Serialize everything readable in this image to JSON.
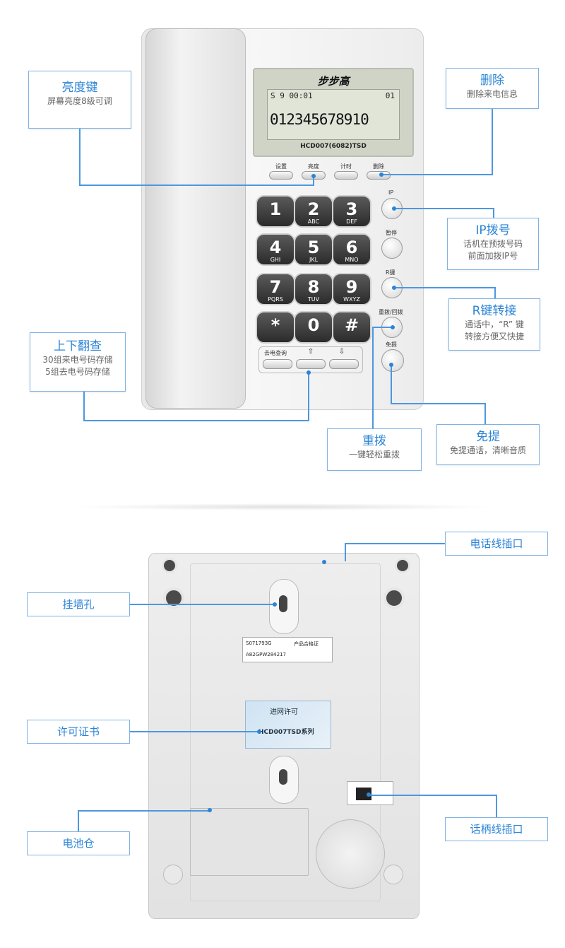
{
  "phone_front": {
    "brand": "步步高",
    "model": "HCD007(6082)TSD",
    "lcd_line1": "S 9 00:01",
    "lcd_no": "01",
    "lcd_digits": "012345678910",
    "func_keys": [
      "设置",
      "亮度",
      "计时",
      "删除"
    ],
    "keypad": [
      {
        "d": "1",
        "l": ""
      },
      {
        "d": "2",
        "l": "ABC"
      },
      {
        "d": "3",
        "l": "DEF"
      },
      {
        "d": "4",
        "l": "GHI"
      },
      {
        "d": "5",
        "l": "JKL"
      },
      {
        "d": "6",
        "l": "MNO"
      },
      {
        "d": "7",
        "l": "PQRS"
      },
      {
        "d": "8",
        "l": "TUV"
      },
      {
        "d": "9",
        "l": "WXYZ"
      },
      {
        "d": "*",
        "l": ""
      },
      {
        "d": "0",
        "l": ""
      },
      {
        "d": "#",
        "l": ""
      }
    ],
    "side_keys": [
      "IP",
      "暂停",
      "R键",
      "重拨/回拨",
      "免提"
    ],
    "query_keys": [
      "去电查询",
      "⇧",
      "⇩"
    ]
  },
  "callouts": {
    "brightness": {
      "title": "亮度键",
      "sub": "屏幕亮度8级可调"
    },
    "delete": {
      "title": "删除",
      "sub": "删除来电信息"
    },
    "ip": {
      "title": "IP拨号",
      "sub1": "话机在预拨号码",
      "sub2": "前面加拨IP号"
    },
    "rkey": {
      "title": "R键转接",
      "sub1": "通话中，“R” 键",
      "sub2": "转接方便又快捷"
    },
    "scroll": {
      "title": "上下翻查",
      "sub1": "30组来电号码存储",
      "sub2": "5组去电号码存储"
    },
    "redial": {
      "title": "重拨",
      "sub": "一键轻松重拨"
    },
    "handsfree": {
      "title": "免提",
      "sub": "免提通话，清晰音质"
    }
  },
  "back_labels": {
    "phone_line": "电话线插口",
    "wall_hole": "挂墙孔",
    "license": "许可证书",
    "battery": "电池仓",
    "handset_port": "话柄线插口"
  },
  "back_stickers": {
    "serial": "S071793G",
    "cert": "产品合格证",
    "barcode": "A82GPW284217",
    "license_title": "进网许可",
    "license_model": "HCD007TSD系列"
  }
}
